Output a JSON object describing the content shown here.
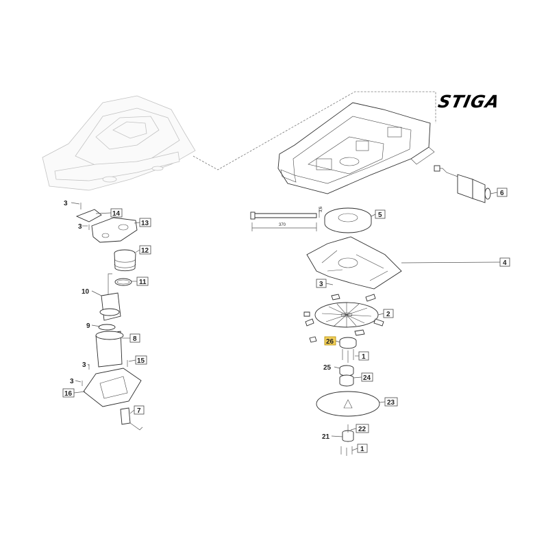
{
  "brand": {
    "logo_text": "STIGA"
  },
  "dimensions": {
    "cable_length": "370",
    "cable_width": "3,6"
  },
  "highlight_color": "#f3d05a",
  "callouts": [
    {
      "id": "c-3a",
      "number": "3"
    },
    {
      "id": "c-14",
      "number": "14"
    },
    {
      "id": "c-3b",
      "number": "3"
    },
    {
      "id": "c-13",
      "number": "13"
    },
    {
      "id": "c-12",
      "number": "12"
    },
    {
      "id": "c-11",
      "number": "11"
    },
    {
      "id": "c-10",
      "number": "10"
    },
    {
      "id": "c-9",
      "number": "9"
    },
    {
      "id": "c-8",
      "number": "8"
    },
    {
      "id": "c-3c",
      "number": "3"
    },
    {
      "id": "c-15",
      "number": "15"
    },
    {
      "id": "c-3d",
      "number": "3"
    },
    {
      "id": "c-16",
      "number": "16"
    },
    {
      "id": "c-7",
      "number": "7"
    },
    {
      "id": "c-6",
      "number": "6"
    },
    {
      "id": "c-5",
      "number": "5"
    },
    {
      "id": "c-4",
      "number": "4"
    },
    {
      "id": "c-3e",
      "number": "3"
    },
    {
      "id": "c-2",
      "number": "2"
    },
    {
      "id": "c-26",
      "number": "26",
      "highlighted": true
    },
    {
      "id": "c-1a",
      "number": "1"
    },
    {
      "id": "c-25",
      "number": "25"
    },
    {
      "id": "c-24",
      "number": "24"
    },
    {
      "id": "c-23",
      "number": "23"
    },
    {
      "id": "c-22",
      "number": "22"
    },
    {
      "id": "c-21",
      "number": "21"
    },
    {
      "id": "c-1b",
      "number": "1"
    }
  ]
}
